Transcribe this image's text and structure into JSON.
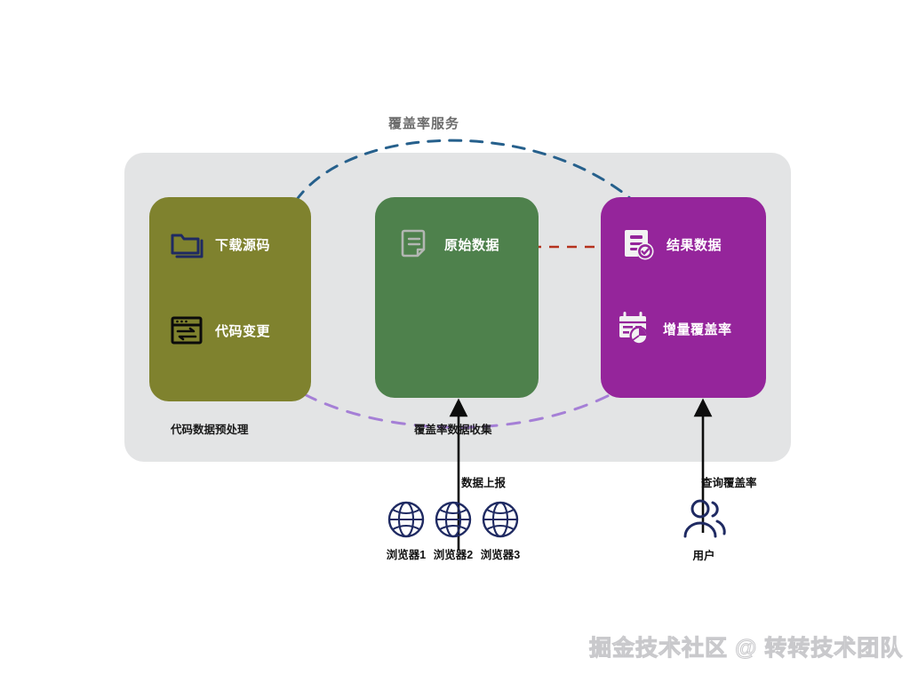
{
  "diagram": {
    "arc_label": "覆盖率服务",
    "container_color": "#e3e4e5",
    "cards": [
      {
        "id": "preprocess",
        "color": "#7F822E",
        "caption": "代码数据预处理",
        "rows": [
          {
            "icon": "folders-icon",
            "label": "下载源码"
          },
          {
            "icon": "code-change-window-icon",
            "label": "代码变更"
          }
        ]
      },
      {
        "id": "collect",
        "color": "#4E814C",
        "caption": "覆盖率数据收集",
        "rows": [
          {
            "icon": "document-note-icon",
            "label": "原始数据"
          }
        ]
      },
      {
        "id": "result",
        "color": "#95259B",
        "caption": "",
        "rows": [
          {
            "icon": "report-check-icon",
            "label": "结果数据"
          },
          {
            "icon": "calendar-pie-icon",
            "label": "增量覆盖率"
          }
        ]
      }
    ],
    "flows": [
      {
        "id": "report",
        "label": "数据上报"
      },
      {
        "id": "query",
        "label": "查询覆盖率"
      }
    ],
    "actors": {
      "browsers": [
        {
          "icon": "globe-icon",
          "name": "浏览器1"
        },
        {
          "icon": "globe-icon",
          "name": "浏览器2"
        },
        {
          "icon": "globe-icon",
          "name": "浏览器3"
        }
      ],
      "user": {
        "icon": "users-icon",
        "name": "用户"
      }
    },
    "connectors": {
      "service_arc_color": "#26608c",
      "data_arrow_color": "#b5321e",
      "result_arrow_color": "#b9b9b9",
      "coverage_arc_color": "#a57fd6"
    }
  },
  "watermark": {
    "text": "掘金技术社区 @ 转转技术团队"
  }
}
